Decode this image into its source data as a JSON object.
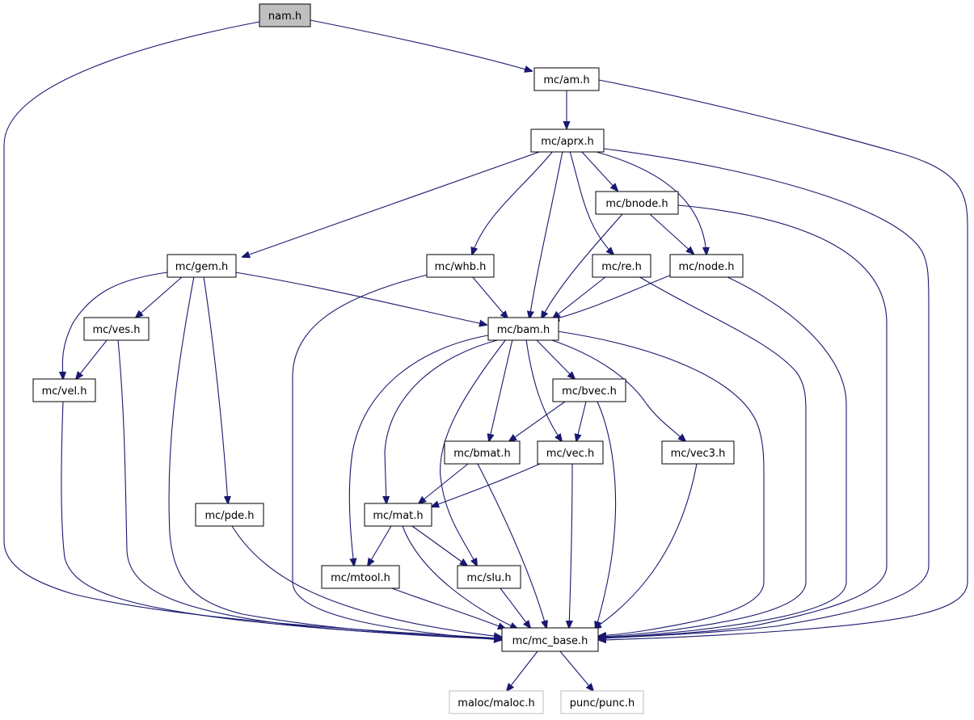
{
  "graph": {
    "edge_color": "#191970",
    "root_fill": "#bfbfbf",
    "external_stroke": "#bfbfbf",
    "nodes": [
      {
        "id": "nam_h",
        "label": "nam.h",
        "kind": "root"
      },
      {
        "id": "am_h",
        "label": "mc/am.h",
        "kind": "normal"
      },
      {
        "id": "aprx_h",
        "label": "mc/aprx.h",
        "kind": "normal"
      },
      {
        "id": "bnode_h",
        "label": "mc/bnode.h",
        "kind": "normal"
      },
      {
        "id": "gem_h",
        "label": "mc/gem.h",
        "kind": "normal"
      },
      {
        "id": "whb_h",
        "label": "mc/whb.h",
        "kind": "normal"
      },
      {
        "id": "re_h",
        "label": "mc/re.h",
        "kind": "normal"
      },
      {
        "id": "node_h",
        "label": "mc/node.h",
        "kind": "normal"
      },
      {
        "id": "ves_h",
        "label": "mc/ves.h",
        "kind": "normal"
      },
      {
        "id": "bam_h",
        "label": "mc/bam.h",
        "kind": "normal"
      },
      {
        "id": "vel_h",
        "label": "mc/vel.h",
        "kind": "normal"
      },
      {
        "id": "bvec_h",
        "label": "mc/bvec.h",
        "kind": "normal"
      },
      {
        "id": "bmat_h",
        "label": "mc/bmat.h",
        "kind": "normal"
      },
      {
        "id": "vec_h",
        "label": "mc/vec.h",
        "kind": "normal"
      },
      {
        "id": "vec3_h",
        "label": "mc/vec3.h",
        "kind": "normal"
      },
      {
        "id": "pde_h",
        "label": "mc/pde.h",
        "kind": "normal"
      },
      {
        "id": "mat_h",
        "label": "mc/mat.h",
        "kind": "normal"
      },
      {
        "id": "mtool_h",
        "label": "mc/mtool.h",
        "kind": "normal"
      },
      {
        "id": "slu_h",
        "label": "mc/slu.h",
        "kind": "normal"
      },
      {
        "id": "mc_base_h",
        "label": "mc/mc_base.h",
        "kind": "normal"
      },
      {
        "id": "maloc_h",
        "label": "maloc/maloc.h",
        "kind": "external"
      },
      {
        "id": "punc_h",
        "label": "punc/punc.h",
        "kind": "external"
      }
    ]
  }
}
